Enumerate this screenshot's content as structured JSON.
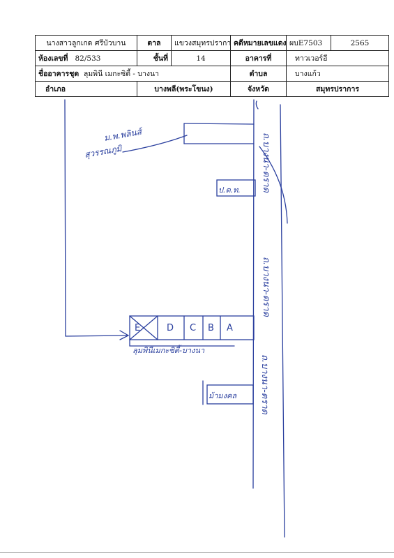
{
  "header": {
    "row1": {
      "owner_name": "นางสาวลูกเกด ศรีบัวบาน",
      "district_label": "ตาล",
      "district_value": "แขวงสมุทรปราการ",
      "case_no_label": "คดีหมายเลขแดงที่",
      "case_no_value": "ผบE7503",
      "year": "2565"
    },
    "row2": {
      "room_label": "ห้องเลขที่",
      "room_value": "82/533",
      "floor_label": "ชั้นที่",
      "floor_value": "14",
      "building_label": "อาคารที่",
      "building_value": "ทาวเวอร์อี"
    },
    "row3": {
      "condo_label": "ชื่ออาคารชุด",
      "condo_value": "ลุมพินี เมกะซิตี้ - บางนา",
      "subdistrict_label": "ตำบล",
      "subdistrict_value": "บางแก้ว"
    },
    "row4": {
      "amphoe_label": "อำเภอ",
      "amphoe_value": "บางพลี(พระโขนง)",
      "province_label": "จังหวัด",
      "province_value": "สมุทรปราการ"
    }
  },
  "map": {
    "road_label_top": "ถ.บางนา-ตราด",
    "road_label_mid": "ถ.บางนา-ตราด",
    "road_label_bottom": "ถ.บางนา-ตราด",
    "note_top_left": "ม.พ.พลินส์",
    "note_top_left_2": "สุวรรณภูมิ",
    "box_ptt": "ป.ต.ท.",
    "box_bottom": "ม้ามงคล",
    "buildings": [
      "E",
      "D",
      "C",
      "B",
      "A"
    ],
    "condo_caption": "ลุมพินีเมกะซิตี้-บางนา",
    "ink_color": "#2a3f9e"
  }
}
